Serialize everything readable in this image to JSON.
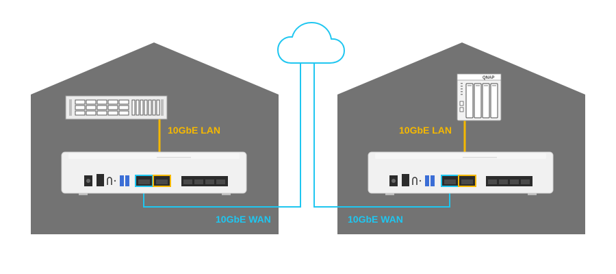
{
  "labels": {
    "lan_left": "10GbE LAN",
    "lan_right": "10GbE LAN",
    "wan_left": "10GbE WAN",
    "wan_right": "10GbE WAN"
  },
  "colors": {
    "house": "#737373",
    "lan_line": "#f5b800",
    "wan_line": "#1fc6f0",
    "device_body": "#f0f0f0"
  },
  "icons": [
    "cloud-icon",
    "rack-server-icon",
    "nas-icon",
    "switch-icon"
  ],
  "nas_brand": "QNAP"
}
